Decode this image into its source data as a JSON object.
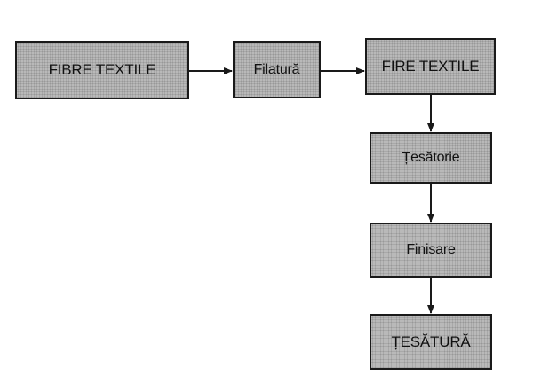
{
  "diagram": {
    "nodes": [
      {
        "id": "fibre_textile",
        "label": "FIBRE TEXTILE"
      },
      {
        "id": "filatura",
        "label": "Filatură"
      },
      {
        "id": "fire_textile",
        "label": "FIRE TEXTILE"
      },
      {
        "id": "tesatorie",
        "label": "Țesătorie"
      },
      {
        "id": "finisare",
        "label": "Finisare"
      },
      {
        "id": "tesatura",
        "label": "ȚESĂTURĂ"
      }
    ],
    "edges": [
      {
        "from": "fibre_textile",
        "to": "filatura"
      },
      {
        "from": "filatura",
        "to": "fire_textile"
      },
      {
        "from": "fire_textile",
        "to": "tesatorie"
      },
      {
        "from": "tesatorie",
        "to": "finisare"
      },
      {
        "from": "finisare",
        "to": "tesatura"
      }
    ],
    "colors": {
      "box_fill": "#b9b9b9",
      "box_border": "#1a1a1a",
      "arrow": "#1a1a1a",
      "background": "#ffffff"
    }
  }
}
